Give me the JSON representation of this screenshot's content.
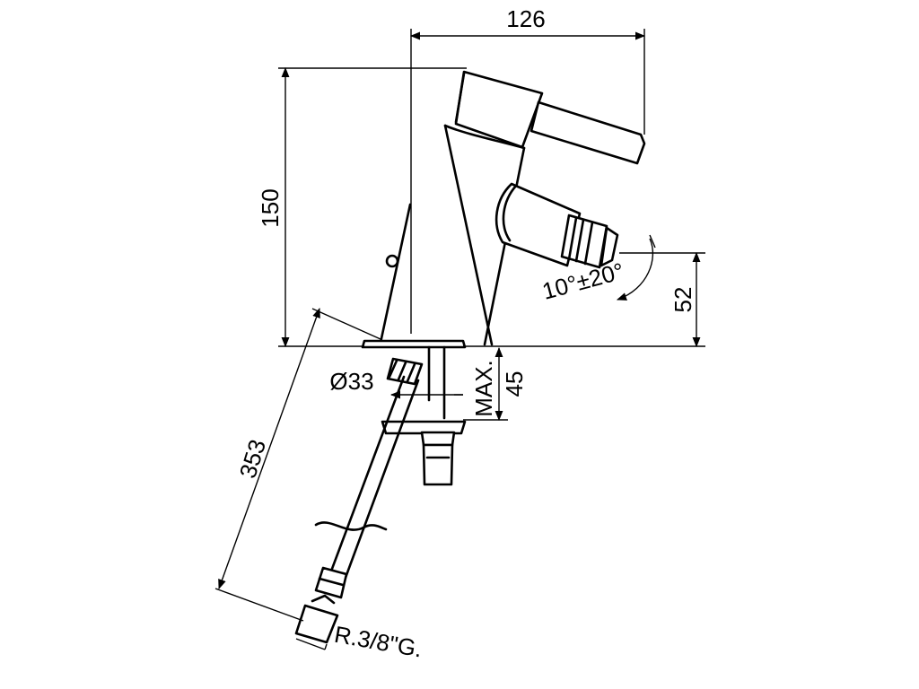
{
  "dimensions": {
    "spout_reach": "126",
    "overall_height": "150",
    "nozzle_height": "52",
    "nozzle_tilt": "10°±20°",
    "hole_diameter": "Ø33",
    "max_label": "MAX.",
    "max_thickness": "45",
    "hose_length": "353",
    "thread_spec": "R.3/8\"G."
  }
}
